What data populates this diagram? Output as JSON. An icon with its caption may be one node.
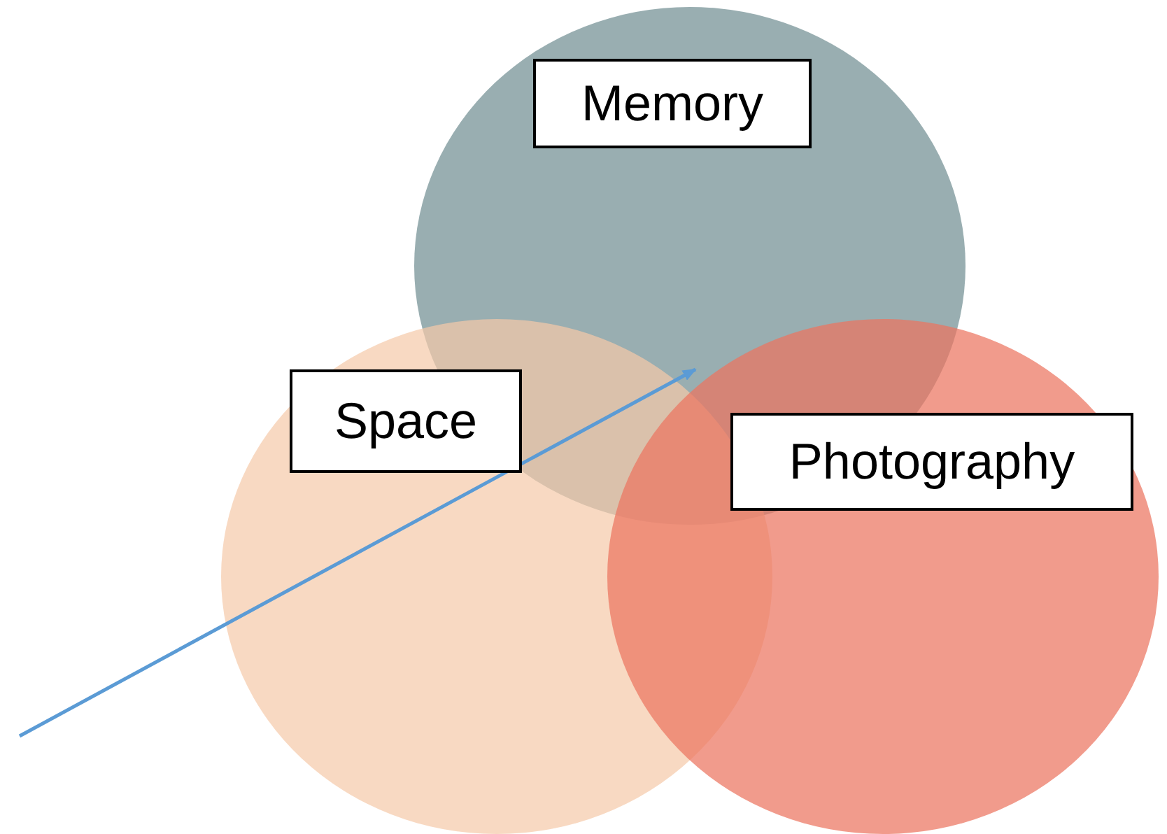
{
  "diagram": {
    "nodes": [
      {
        "text": [
          "Memory"
        ]
      },
      {
        "text": [
          "Space"
        ]
      },
      {
        "text": [
          "Photography"
        ]
      }
    ],
    "edges": []
  }
}
